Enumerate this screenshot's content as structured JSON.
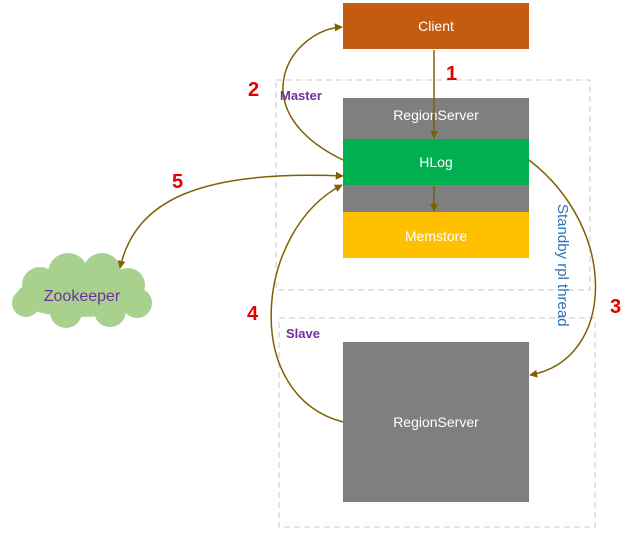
{
  "nodes": {
    "client": "Client",
    "master_regionserver": "RegionServer",
    "hlog": "HLog",
    "memstore": "Memstore",
    "zookeeper": "Zookeeper",
    "slave_regionserver": "RegionServer"
  },
  "groups": {
    "master": "Master",
    "slave": "Slave"
  },
  "steps": [
    "1",
    "2",
    "3",
    "4",
    "5"
  ],
  "annotations": {
    "standby_thread": "Standby rpl thread"
  },
  "colors": {
    "client": "#C55A11",
    "regionserver": "#7F7F7F",
    "hlog": "#00B050",
    "memstore": "#FFC000",
    "cloud": "#A9D18E",
    "arrow": "#7F6000",
    "step_number": "#E00000",
    "group_label": "#7030A0",
    "annotation": "#2E75B6"
  }
}
